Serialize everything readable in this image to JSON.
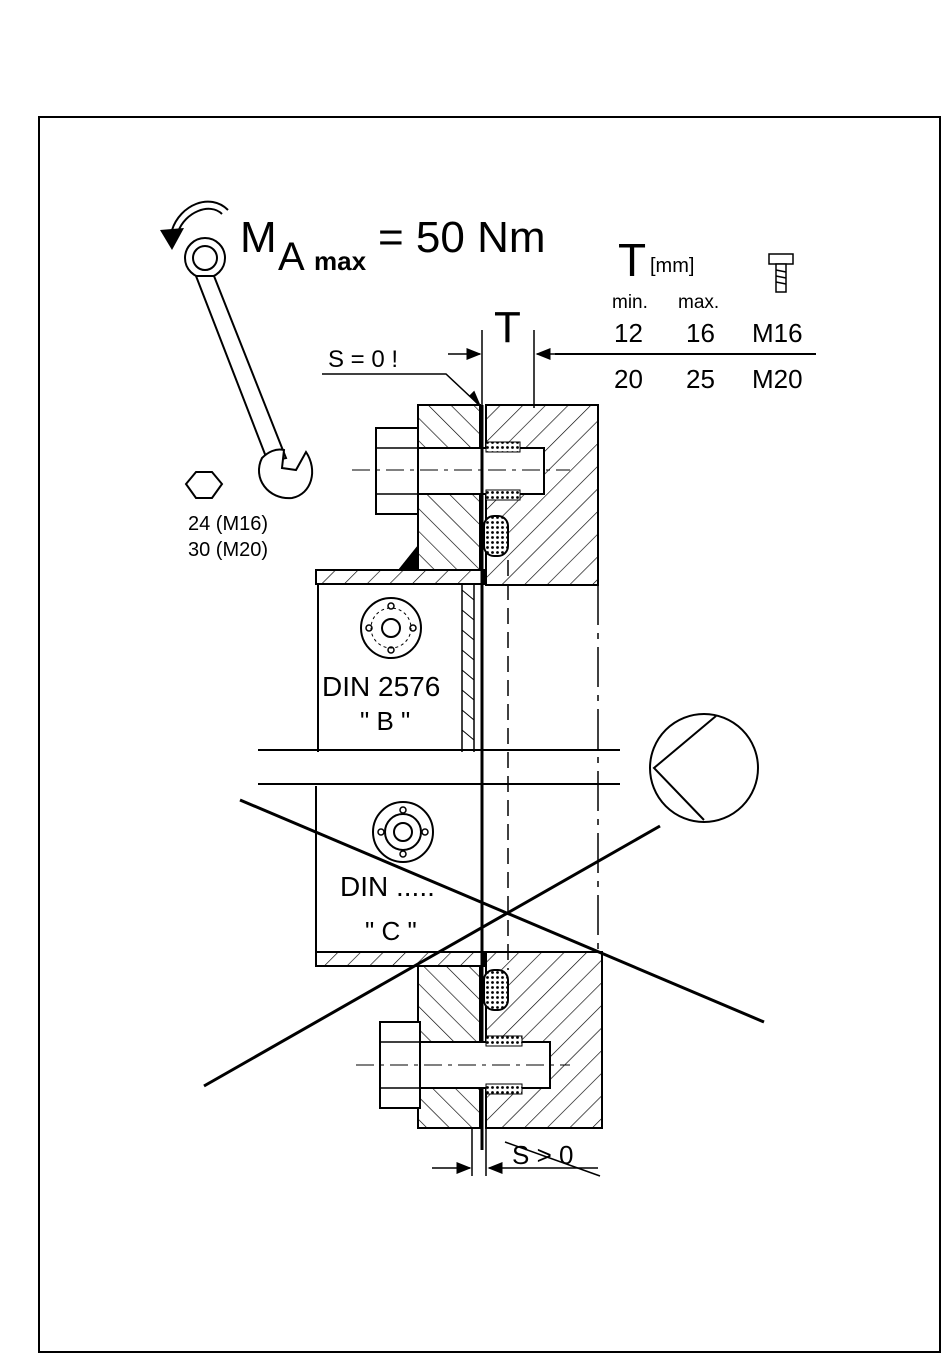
{
  "torque": {
    "prefix": "M",
    "sub1": "A",
    "sub2": "max",
    "value": "= 50 Nm"
  },
  "wrench_sizes": {
    "line1": "24 (M16)",
    "line2": "30 (M20)"
  },
  "table": {
    "title": "T",
    "unit": "[mm]",
    "col_min": "min.",
    "col_max": "max.",
    "rows": [
      {
        "min": "12",
        "max": "16",
        "bolt": "M16"
      },
      {
        "min": "20",
        "max": "25",
        "bolt": "M20"
      }
    ]
  },
  "gap": {
    "label_top": "S = 0 !",
    "label_T": "T",
    "label_bottom": "S > 0"
  },
  "din_b": {
    "line1": "DIN 2576",
    "line2": "\" B \""
  },
  "din_c": {
    "line1": "DIN .....",
    "line2": "\" C \""
  }
}
